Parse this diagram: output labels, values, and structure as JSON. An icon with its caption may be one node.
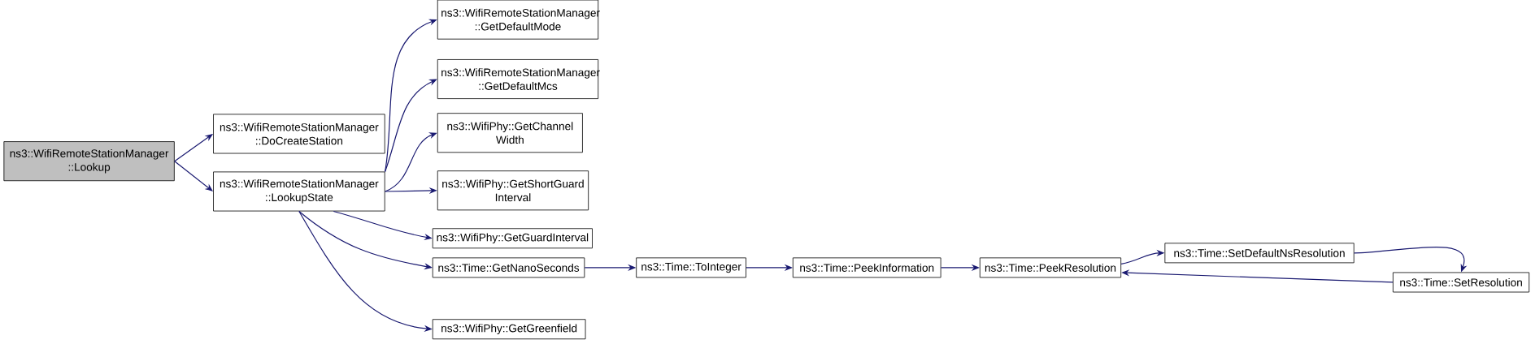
{
  "diagram": {
    "nodes": [
      {
        "text": [
          "ns3::WifiRemoteStationManager ::Lookup"
        ]
      },
      {
        "text": [
          "ns3::WifiRemoteStationManager ::DoCreateStation"
        ]
      },
      {
        "text": [
          "ns3::WifiRemoteStationManager ::LookupState"
        ]
      },
      {
        "text": [
          "ns3::WifiRemoteStationManager ::GetDefaultMode"
        ]
      },
      {
        "text": [
          "ns3::WifiRemoteStationManager ::GetDefaultMcs"
        ]
      },
      {
        "text": [
          "ns3::WifiPhy::GetChannel Width"
        ]
      },
      {
        "text": [
          "ns3::WifiPhy::GetShortGuard Interval"
        ]
      },
      {
        "text": [
          "ns3::WifiPhy::GetGuardInterval"
        ]
      },
      {
        "text": [
          "ns3::Time::GetNanoSeconds"
        ]
      },
      {
        "text": [
          "ns3::WifiPhy::GetGreenfield"
        ]
      },
      {
        "text": [
          "ns3::Time::ToInteger"
        ]
      },
      {
        "text": [
          "ns3::Time::PeekInformation"
        ]
      },
      {
        "text": [
          "ns3::Time::PeekResolution"
        ]
      },
      {
        "text": [
          "ns3::Time::SetDefaultNsResolution"
        ]
      },
      {
        "text": [
          "ns3::Time::SetResolution"
        ]
      }
    ],
    "edges": [
      {
        "from": 0,
        "to": 1,
        "arrow": "to"
      },
      {
        "from": 0,
        "to": 2,
        "arrow": "to"
      },
      {
        "from": 2,
        "to": 3,
        "arrow": "to"
      },
      {
        "from": 2,
        "to": 4,
        "arrow": "to"
      },
      {
        "from": 2,
        "to": 5,
        "arrow": "to"
      },
      {
        "from": 2,
        "to": 6,
        "arrow": "to"
      },
      {
        "from": 2,
        "to": 7,
        "arrow": "to"
      },
      {
        "from": 2,
        "to": 8,
        "arrow": "to"
      },
      {
        "from": 2,
        "to": 9,
        "arrow": "to"
      },
      {
        "from": 8,
        "to": 10,
        "arrow": "to"
      },
      {
        "from": 10,
        "to": 11,
        "arrow": "to"
      },
      {
        "from": 11,
        "to": 12,
        "arrow": "to"
      },
      {
        "from": 12,
        "to": 13,
        "arrow": "to"
      },
      {
        "from": 13,
        "to": 14,
        "arrow": "to"
      },
      {
        "from": 14,
        "to": 12,
        "arrow": "to"
      }
    ]
  }
}
